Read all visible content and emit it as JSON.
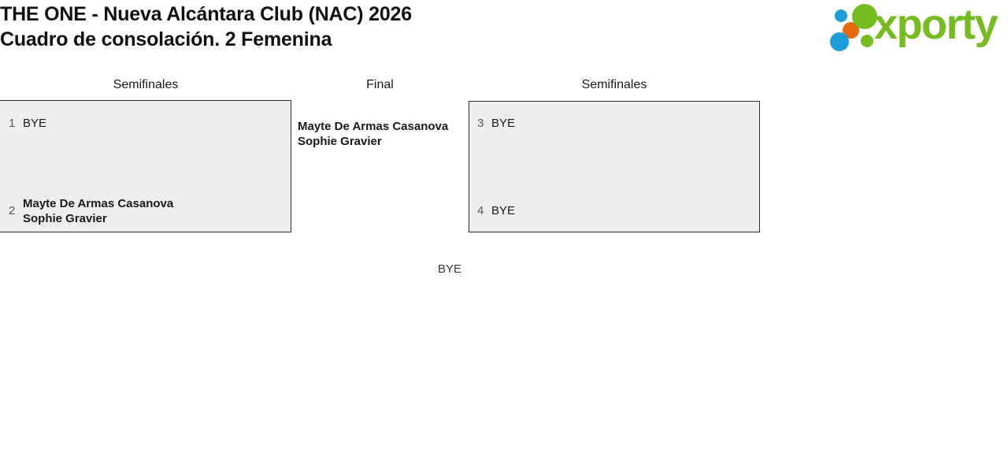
{
  "header": {
    "title_line_1": "THE ONE - Nueva Alcántara Club (NAC) 2026",
    "title_line_2": "Cuadro de consolación. 2 Femenina",
    "logo_wordmark": "xporty",
    "logo_colors": {
      "blue": "#1b9dd9",
      "orange": "#e8690b",
      "green": "#76bc21"
    }
  },
  "bracket": {
    "columns": {
      "left_label": "Semifinales",
      "final_label": "Final",
      "right_label": "Semifinales"
    },
    "left_match": {
      "slots": [
        {
          "seed": "1",
          "names": "BYE"
        },
        {
          "seed": "2",
          "names": "Mayte De Armas Casanova\nSophie Gravier"
        }
      ]
    },
    "right_match": {
      "slots": [
        {
          "seed": "3",
          "names": "BYE"
        },
        {
          "seed": "4",
          "names": "BYE"
        }
      ]
    },
    "final_match": {
      "entry": "Mayte De Armas Casanova\nSophie Gravier",
      "opponent": "BYE"
    },
    "colors": {
      "box_background": "#eeeeee",
      "box_border": "#2b2b2b",
      "seed_text": "#5a5a5a",
      "name_text": "#1a1a1a"
    }
  }
}
